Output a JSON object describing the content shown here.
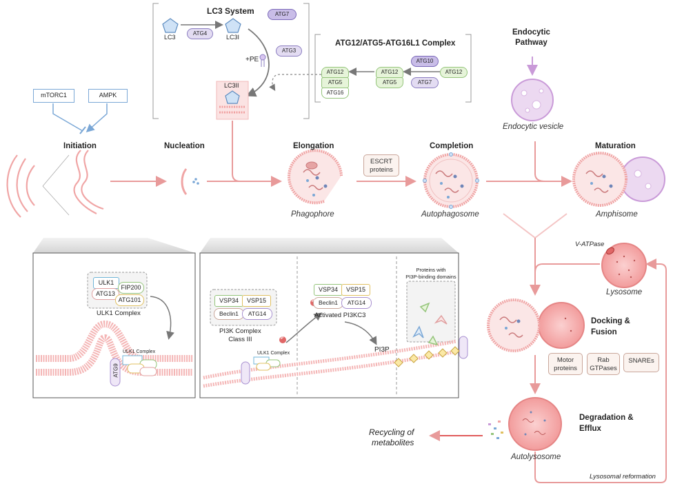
{
  "lc3_system": {
    "title": "LC3 System",
    "lc3": "LC3",
    "lc3i": "LC3I",
    "lc3ii": "LC3II",
    "atg4": "ATG4",
    "atg7": "ATG7",
    "atg3": "ATG3",
    "pe": "+PE"
  },
  "atg12_complex": {
    "title": "ATG12/ATG5-ATG16L1 Complex",
    "atg12_a": "ATG12",
    "atg5_a": "ATG5",
    "atg16": "ATG16",
    "atg12_b": "ATG12",
    "atg5_b": "ATG5",
    "atg10": "ATG10",
    "atg7": "ATG7",
    "atg12_c": "ATG12"
  },
  "regulators": {
    "mtorc1": "mTORC1",
    "ampk": "AMPK"
  },
  "stages": {
    "initiation": "Initiation",
    "nucleation": "Nucleation",
    "elongation": "Elongation",
    "completion": "Completion",
    "maturation": "Maturation",
    "docking": "Docking &\nFusion",
    "degradation": "Degradation &\nEfflux"
  },
  "structures": {
    "phagophore": "Phagophore",
    "autophagosome": "Autophagosome",
    "amphisome": "Amphisome",
    "endocytic_vesicle": "Endocytic vesicle",
    "lysosome": "Lysosome",
    "autolysosome": "Autolysosome"
  },
  "endocytic_pathway": "Endocytic\nPathway",
  "escrt": "ESCRT\nproteins",
  "v_atpase": "V-ATPase",
  "fusion_factors": [
    "Motor\nproteins",
    "Rab\nGTPases",
    "SNAREs"
  ],
  "recycling": "Recycling of\nmetabolites",
  "lysosomal_reformation": "Lysosomal reformation",
  "ulk1_panel": {
    "ulk1": "ULK1",
    "fip200": "FIP200",
    "atg13": "ATG13",
    "atg101": "ATG101",
    "complex_label": "ULK1 Complex",
    "membrane_label": "ULK1 Complex",
    "atg9": "ATG9"
  },
  "pi3k_panel": {
    "vsp34": "VSP34",
    "vsp15": "VSP15",
    "beclin1": "Beclin1",
    "atg14": "ATG14",
    "complex_label": "PI3K Complex\nClass III",
    "activated_label": "Activated PI3KC3",
    "p": "P",
    "ulk1_label": "ULK1 Complex",
    "pi3p": "PI3P",
    "binding": "Proteins with\nPI3P-binding domains"
  },
  "colors": {
    "arrow_pink": "#e89a9a",
    "arrow_blue": "#7aa7d6",
    "arrow_purple": "#c99ad8",
    "lysosome_fill": "#f4a5a5",
    "vesicle_fill": "#ecd9f1"
  }
}
